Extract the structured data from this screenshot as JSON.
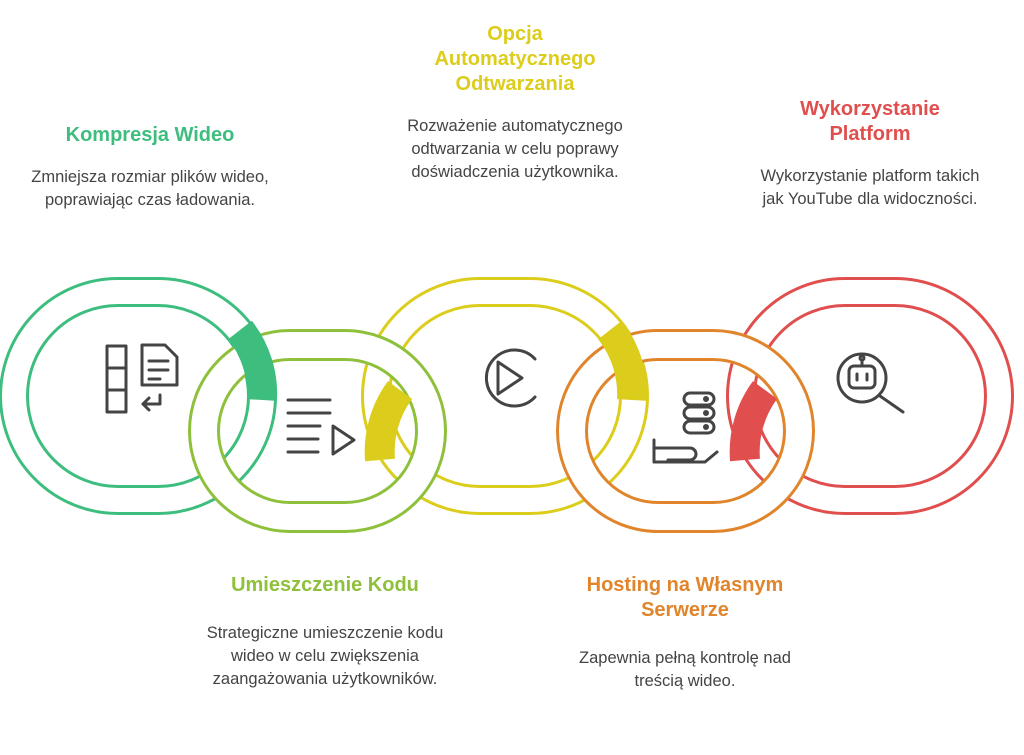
{
  "colors": {
    "green": "#3dbe7e",
    "lime": "#8fc03c",
    "yellow": "#dccd1c",
    "orange": "#e0852c",
    "red": "#e04e4e",
    "icon": "#444444"
  },
  "steps": [
    {
      "title": "Kompresja Wideo",
      "desc": "Zmniejsza rozmiar plików wideo, poprawiając czas ładowania.",
      "icon": "file-compress-icon"
    },
    {
      "title": "Opcja Automatycznego Odtwarzania",
      "desc": "Rozważenie automatycznego odtwarzania w celu poprawy doświadczenia użytkownika.",
      "icon": "play-circle-icon"
    },
    {
      "title": "Wykorzystanie Platform",
      "desc": "Wykorzystanie platform takich jak YouTube dla widoczności.",
      "icon": "robot-search-icon"
    },
    {
      "title": "Umieszczenie Kodu",
      "desc": "Strategiczne umieszczenie kodu wideo w celu zwiększenia zaangażowania użytkowników.",
      "icon": "playlist-play-icon"
    },
    {
      "title": "Hosting na Własnym Serwerze",
      "desc": "Zapewnia pełną kontrolę nad treścią wideo.",
      "icon": "server-hand-icon"
    }
  ]
}
